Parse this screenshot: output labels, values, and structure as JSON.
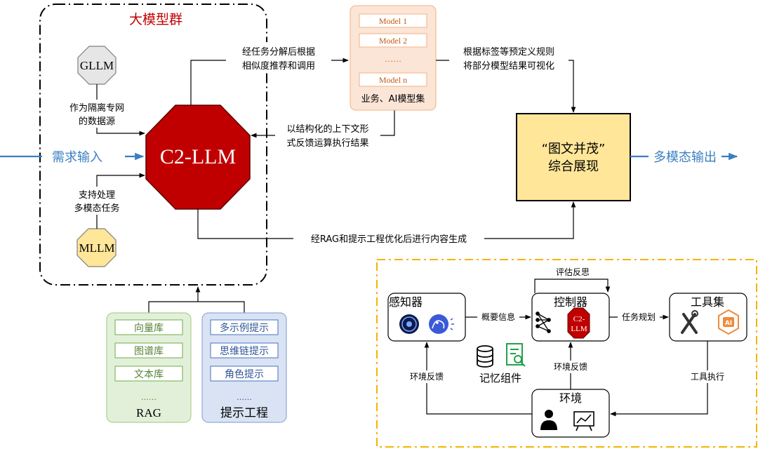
{
  "model_group": {
    "title": "大模型群",
    "gllm": "GLLM",
    "gllm_edge": [
      "作为隔离专网",
      "的数据源"
    ],
    "core": "C2-LLM",
    "mllm": "MLLM",
    "mllm_edge": [
      "支持处理",
      "多模态任务"
    ]
  },
  "input_label": "需求输入",
  "to_models_edge": [
    "经任务分解后根据",
    "相似度推荐和调用"
  ],
  "feedback_edge": [
    "以结构化的上下文形",
    "式反馈运算执行结果"
  ],
  "models": {
    "items": [
      "Model 1",
      "Model 2",
      "……",
      "Model n"
    ],
    "caption": "业务、AI模型集"
  },
  "to_display_edge": [
    "根据标签等预定义规则",
    "将部分模型结果可视化"
  ],
  "display": {
    "line1": "“图文并茂”",
    "line2": "综合展现"
  },
  "output_label": "多模态输出",
  "rag_edge": "经RAG和提示工程优化后进行内容生成",
  "rag": {
    "items": [
      "向量库",
      "图谱库",
      "文本库"
    ],
    "dots": "……",
    "caption": "RAG"
  },
  "prompt": {
    "items": [
      "多示例提示",
      "思维链提示",
      "角色提示"
    ],
    "dots": "……",
    "caption": "提示工程"
  },
  "agent": {
    "perceiver": "感知器",
    "controller": "控制器",
    "controller_core": [
      "C2-",
      "LLM"
    ],
    "tools": "工具集",
    "tools_ai": "AI",
    "memory": "记忆组件",
    "env": "环境",
    "summary_edge": "概要信息",
    "plan_edge": "任务规划",
    "eval_edge": "评估反思",
    "env_fb_left": "环境反馈",
    "env_fb_mid": "环境反馈",
    "tool_exec": "工具执行"
  },
  "colors": {
    "blue_arrow": "#3a7ec2",
    "core_red": "#c00000",
    "title_red": "#c00000",
    "models_bg": "#fbe5d6",
    "display_bg": "#ffe699",
    "rag_bg": "#e2f0d9",
    "prompt_bg": "#dae3f3",
    "agent_border": "#f4b400",
    "mllm_bg": "#ffe699",
    "gllm_bg": "#e6e6e6"
  }
}
